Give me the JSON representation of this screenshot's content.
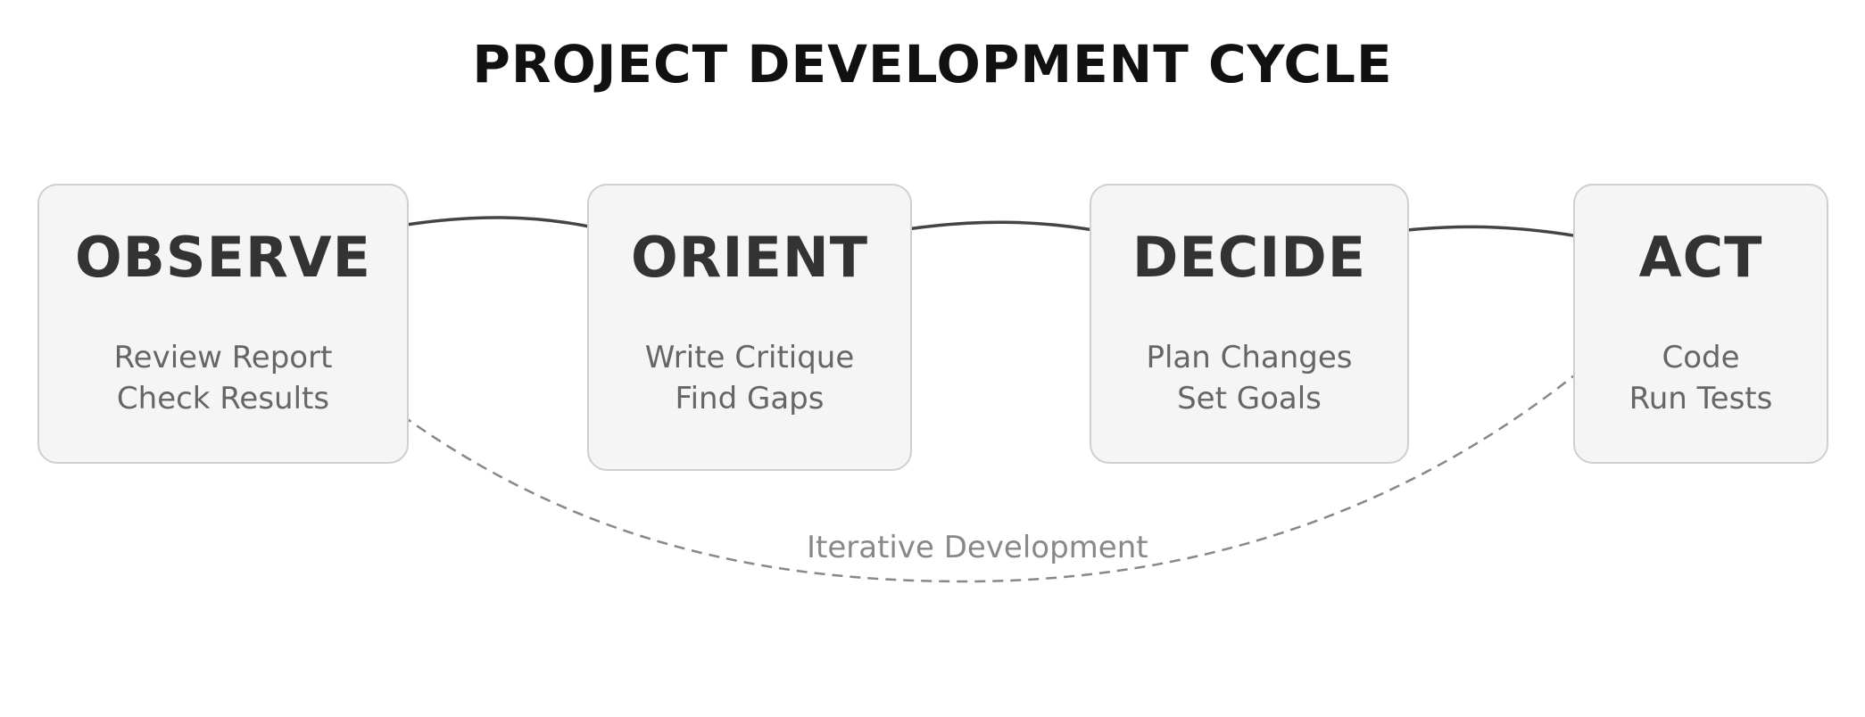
{
  "title": "PROJECT DEVELOPMENT CYCLE",
  "stages": [
    {
      "heading": "OBSERVE",
      "lines": [
        "Review Report",
        "Check Results"
      ]
    },
    {
      "heading": "ORIENT",
      "lines": [
        "Write Critique",
        "Find Gaps"
      ]
    },
    {
      "heading": "DECIDE",
      "lines": [
        "Plan Changes",
        "Set Goals"
      ]
    },
    {
      "heading": "ACT",
      "lines": [
        "Code",
        "Run Tests"
      ]
    }
  ],
  "loop": {
    "label": "Iterative Development"
  },
  "colors": {
    "box_fill": "#f5f5f5",
    "box_border": "#cfcfcf",
    "heading": "#333333",
    "subtext": "#666666",
    "arrow": "#444444",
    "loop_arrow": "#888888"
  }
}
